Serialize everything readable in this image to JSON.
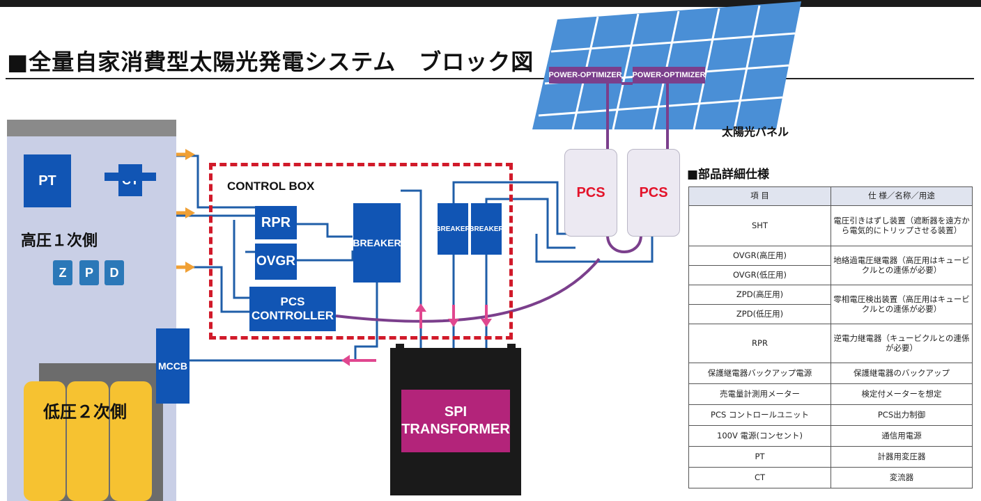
{
  "title": "■全量自家消費型太陽光発電システム　ブロック図",
  "labels": {
    "pt": "PT",
    "ct": "CT",
    "high_voltage_side": "高圧１次側",
    "zpd": [
      "Z",
      "P",
      "D"
    ],
    "low_voltage_side": "低圧２次側",
    "mccb": "MCCB",
    "control_box": "CONTROL BOX",
    "rpr": "RPR",
    "ovgr": "OVGR",
    "pcs_controller": "PCS CONTROLLER",
    "breaker_main": "BREAKER",
    "breaker_1": "BREAKER",
    "breaker_2": "BREAKER",
    "spi_transformer": "SPI TRANSFORMER",
    "pcs_1": "PCS",
    "pcs_2": "PCS",
    "optimizer_1": "POWER-OPTIMIZER",
    "optimizer_2": "POWER-OPTIMIZER",
    "solar_panel": "太陽光パネル"
  },
  "colors": {
    "equipment_blue": "#1155b4",
    "wire_blue": "#1f5ea8",
    "wire_purple": "#7b3f8c",
    "arrow_orange": "#f0a035",
    "arrow_pink": "#e0478f",
    "control_box_red": "#d11a2a",
    "pcs_text_red": "#e3132a",
    "solar_panel_blue": "#4a8fd6",
    "transformer_magenta": "#b3247a",
    "coil_yellow": "#f6c231"
  },
  "spec": {
    "heading": "■部品詳細仕様",
    "columns": [
      "項 目",
      "仕 様／名称／用途"
    ],
    "rows": [
      {
        "item": "SHT",
        "spec": "電圧引きはずし装置（遮断器を遠方から電気的にトリップさせる装置）"
      },
      {
        "item": "OVGR(高圧用)",
        "spec": "地絡過電圧継電器（高圧用はキュービクルとの連係が必要）"
      },
      {
        "item": "OVGR(低圧用)",
        "spec": ""
      },
      {
        "item": "ZPD(高圧用)",
        "spec": "零相電圧検出装置（高圧用はキュービクルとの連係が必要）"
      },
      {
        "item": "ZPD(低圧用)",
        "spec": ""
      },
      {
        "item": "RPR",
        "spec": "逆電力継電器（キュービクルとの連係が必要）"
      },
      {
        "item": "保護継電器バックアップ電源",
        "spec": "保護継電器のバックアップ"
      },
      {
        "item": "売電量計測用メーター",
        "spec": "検定付メーターを想定"
      },
      {
        "item": "PCS コントロールユニット",
        "spec": "PCS出力制御"
      },
      {
        "item": "100V 電源(コンセント)",
        "spec": "通信用電源"
      },
      {
        "item": "PT",
        "spec": "計器用変圧器"
      },
      {
        "item": "CT",
        "spec": "変流器"
      }
    ]
  }
}
